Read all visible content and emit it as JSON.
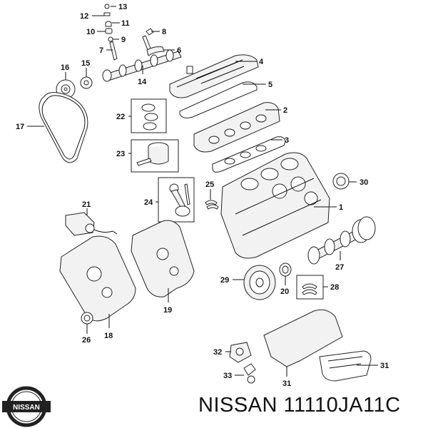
{
  "brand": "NISSAN",
  "caption": "NISSAN 11110JA11C",
  "callouts": [
    "1",
    "2",
    "3",
    "4",
    "5",
    "6",
    "7",
    "8",
    "9",
    "10",
    "11",
    "12",
    "13",
    "14",
    "15",
    "16",
    "17",
    "18",
    "19",
    "20",
    "21",
    "22",
    "23",
    "24",
    "25",
    "26",
    "27",
    "28",
    "29",
    "30",
    "31",
    "32",
    "33"
  ],
  "colors": {
    "line": "#222222",
    "text": "#111111",
    "logo": "#222222"
  }
}
